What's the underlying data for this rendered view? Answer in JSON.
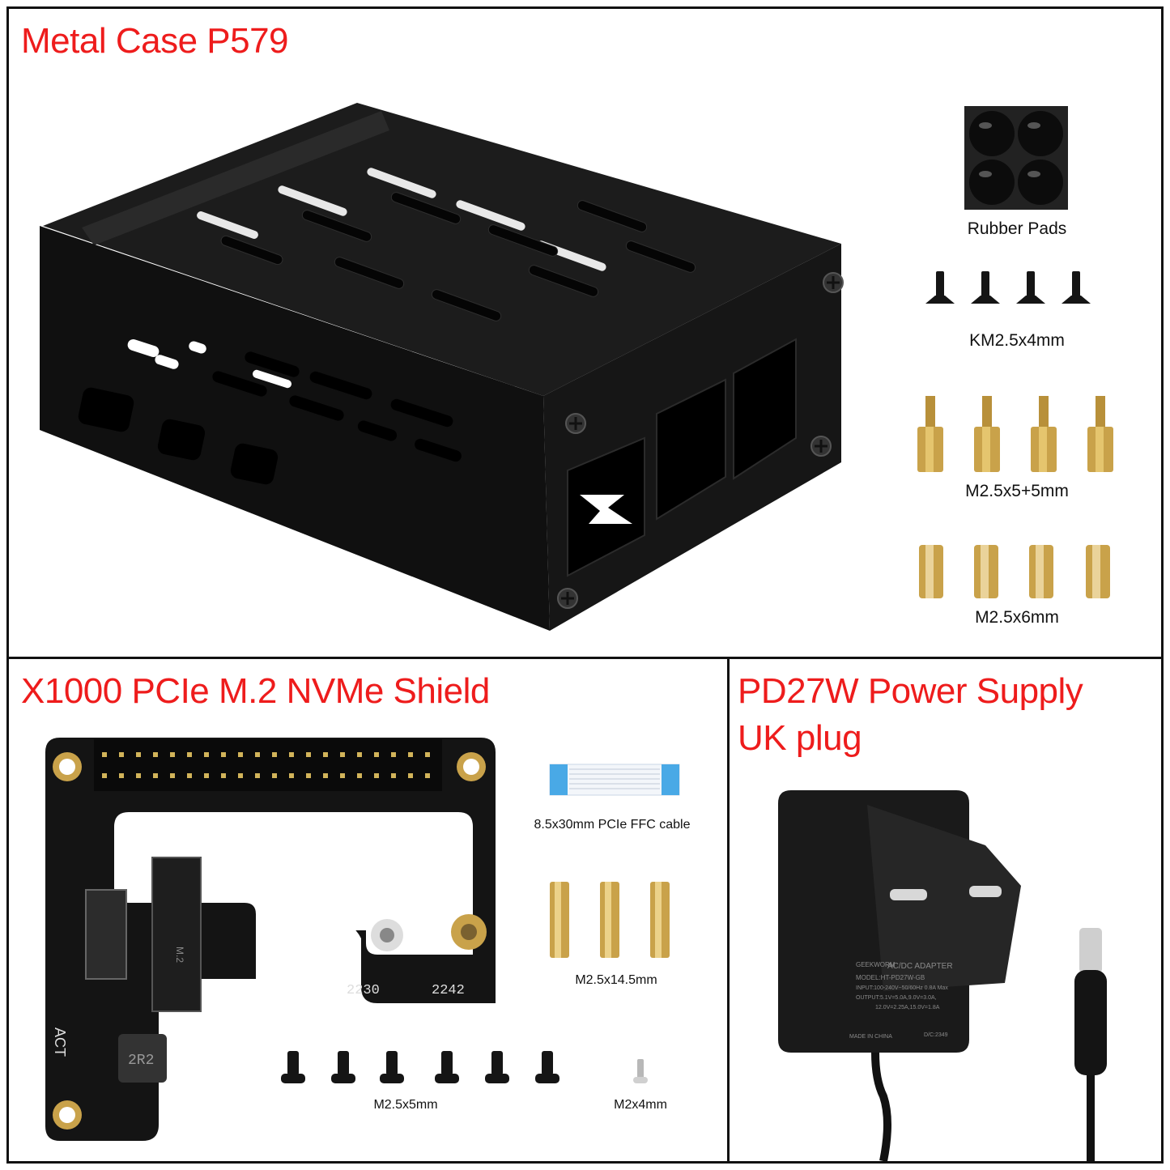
{
  "panels": {
    "case": {
      "title": "Metal Case P579",
      "accessories": [
        {
          "label": "Rubber Pads"
        },
        {
          "label": "KM2.5x4mm"
        },
        {
          "label": "M2.5x5+5mm"
        },
        {
          "label": "M2.5x6mm"
        }
      ]
    },
    "shield": {
      "title": "X1000 PCIe M.2 NVMe Shield",
      "board_text": {
        "slot_a": "2230",
        "slot_b": "2242",
        "led": "ACT",
        "inductor": "2R2"
      },
      "accessories": [
        {
          "label": "8.5x30mm PCIe FFC cable"
        },
        {
          "label": "M2.5x14.5mm"
        },
        {
          "label": "M2.5x5mm"
        },
        {
          "label": "M2x4mm"
        }
      ]
    },
    "power": {
      "title_line1": "PD27W Power Supply",
      "title_line2": "UK plug",
      "label_text": {
        "brand": "GEEKWORM",
        "heading": "AC/DC ADAPTER",
        "model": "MODEL:HT-PD27W-GB",
        "input": "INPUT:100-240V~50/60Hz 0.8A Max",
        "output1": "OUTPUT:5.1V=5.0A,9.0V=3.0A,",
        "output2": "12.0V=2.25A,15.0V=1.8A",
        "origin": "MADE IN CHINA",
        "date": "D/C:2349"
      }
    }
  },
  "colors": {
    "title_red": "#ee1c1c",
    "border": "#111111",
    "metal_black": "#151515",
    "brass": "#c9a24a",
    "pcb": "#141414"
  }
}
